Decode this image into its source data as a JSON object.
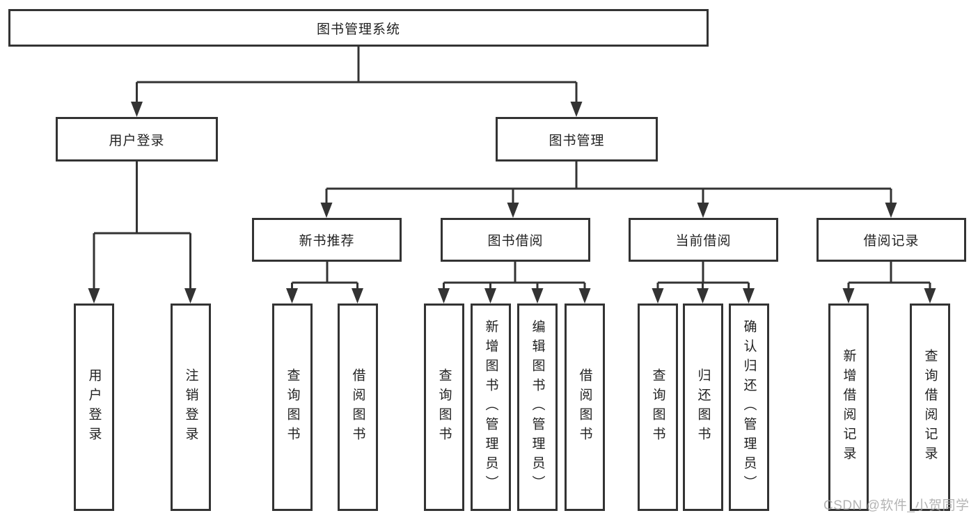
{
  "diagram": {
    "root": "图书管理系统",
    "level2": [
      "用户登录",
      "图书管理"
    ],
    "level3": [
      "新书推荐",
      "图书借阅",
      "当前借阅",
      "借阅记录"
    ],
    "leaves_user": [
      "用户登录",
      "注销登录"
    ],
    "leaves_recommend": [
      "查询图书",
      "借阅图书"
    ],
    "leaves_borrow": [
      "查询图书",
      "新增图书（管理员）",
      "编辑图书（管理员）",
      "借阅图书"
    ],
    "leaves_current": [
      "查询图书",
      "归还图书",
      "确认归还（管理员）"
    ],
    "leaves_records": [
      "新增借阅记录",
      "查询借阅记录"
    ]
  },
  "watermark": "CSDN @软件_小贺同学",
  "colors": {
    "line": "#333333",
    "text": "#222222",
    "watermark": "#a8a8a8",
    "background": "#ffffff"
  }
}
